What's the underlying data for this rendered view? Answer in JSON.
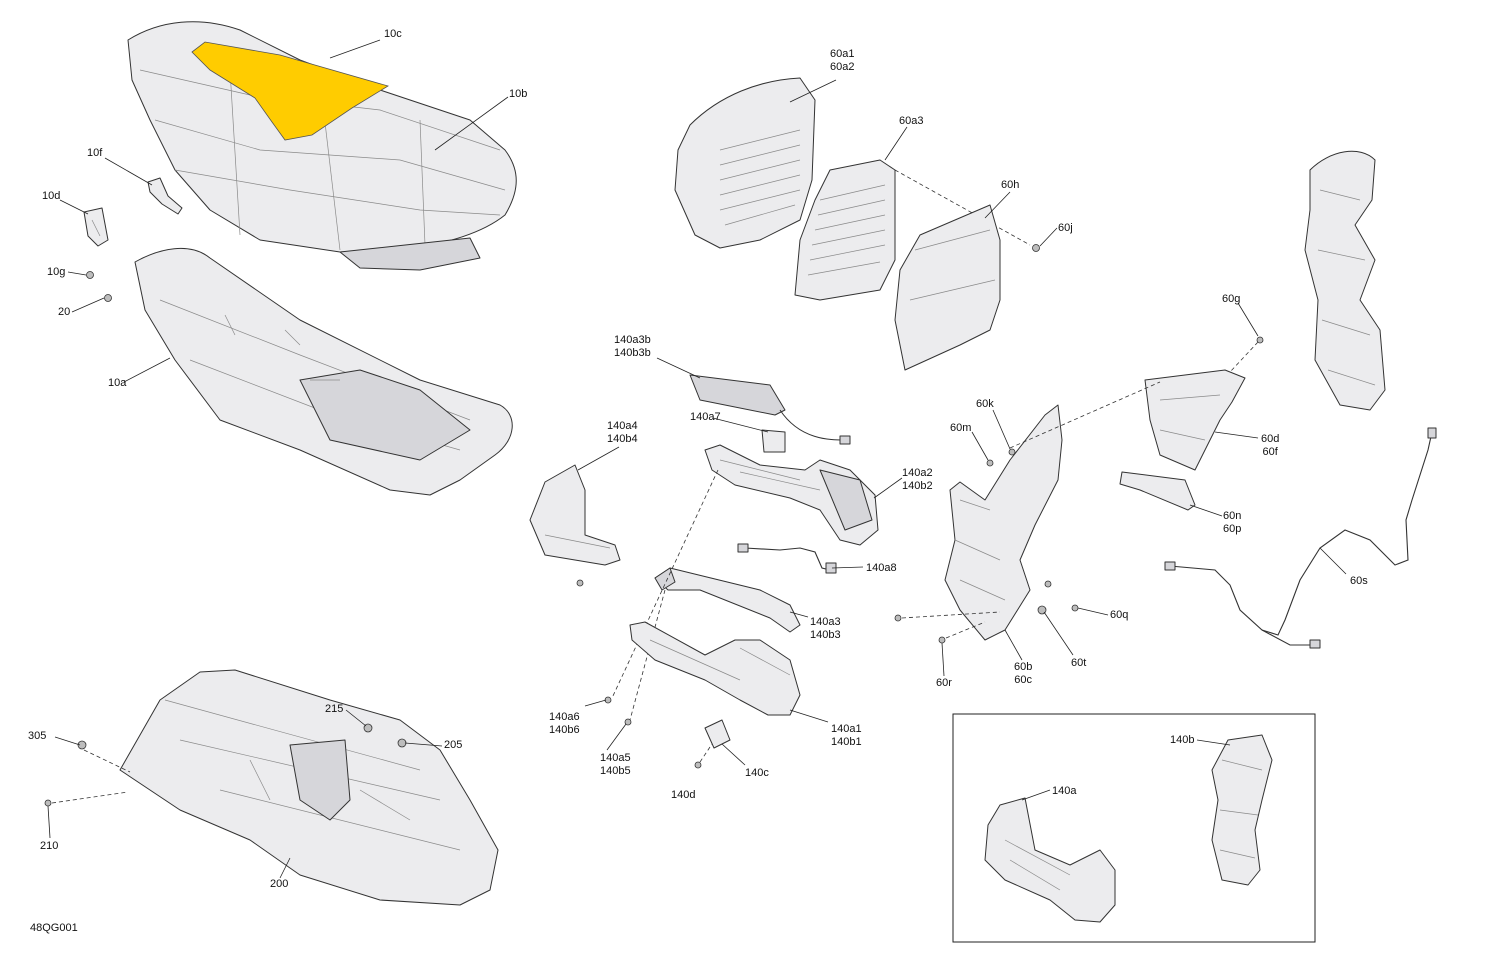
{
  "diagram_code": "48QG001",
  "labels": {
    "l_10c": "10c",
    "l_10b": "10b",
    "l_10f": "10f",
    "l_10d": "10d",
    "l_10g": "10g",
    "l_20": "20",
    "l_10a": "10a",
    "l_60a1": "60a1",
    "l_60a2": "60a2",
    "l_60a3": "60a3",
    "l_60h": "60h",
    "l_60j": "60j",
    "l_60g": "60g",
    "l_140a3b": "140a3b",
    "l_140b3b": "140b3b",
    "l_140a7": "140a7",
    "l_140a4": "140a4",
    "l_140b4": "140b4",
    "l_140a2": "140a2",
    "l_140b2": "140b2",
    "l_140a8": "140a8",
    "l_140a3": "140a3",
    "l_140b3": "140b3",
    "l_140a6": "140a6",
    "l_140b6": "140b6",
    "l_140a5": "140a5",
    "l_140b5": "140b5",
    "l_140a1": "140a1",
    "l_140b1": "140b1",
    "l_140c": "140c",
    "l_140d": "140d",
    "l_60k": "60k",
    "l_60m": "60m",
    "l_60d": "60d",
    "l_60f": "60f",
    "l_60n": "60n",
    "l_60p": "60p",
    "l_60s": "60s",
    "l_60q": "60q",
    "l_60t": "60t",
    "l_60b": "60b",
    "l_60c": "60c",
    "l_60r": "60r",
    "l_215": "215",
    "l_305": "305",
    "l_205": "205",
    "l_210": "210",
    "l_200": "200",
    "l_140b": "140b",
    "l_140a": "140a"
  },
  "colors": {
    "highlight": "#FFCC00",
    "part_fill": "#ECECEE",
    "outline": "#333333"
  }
}
